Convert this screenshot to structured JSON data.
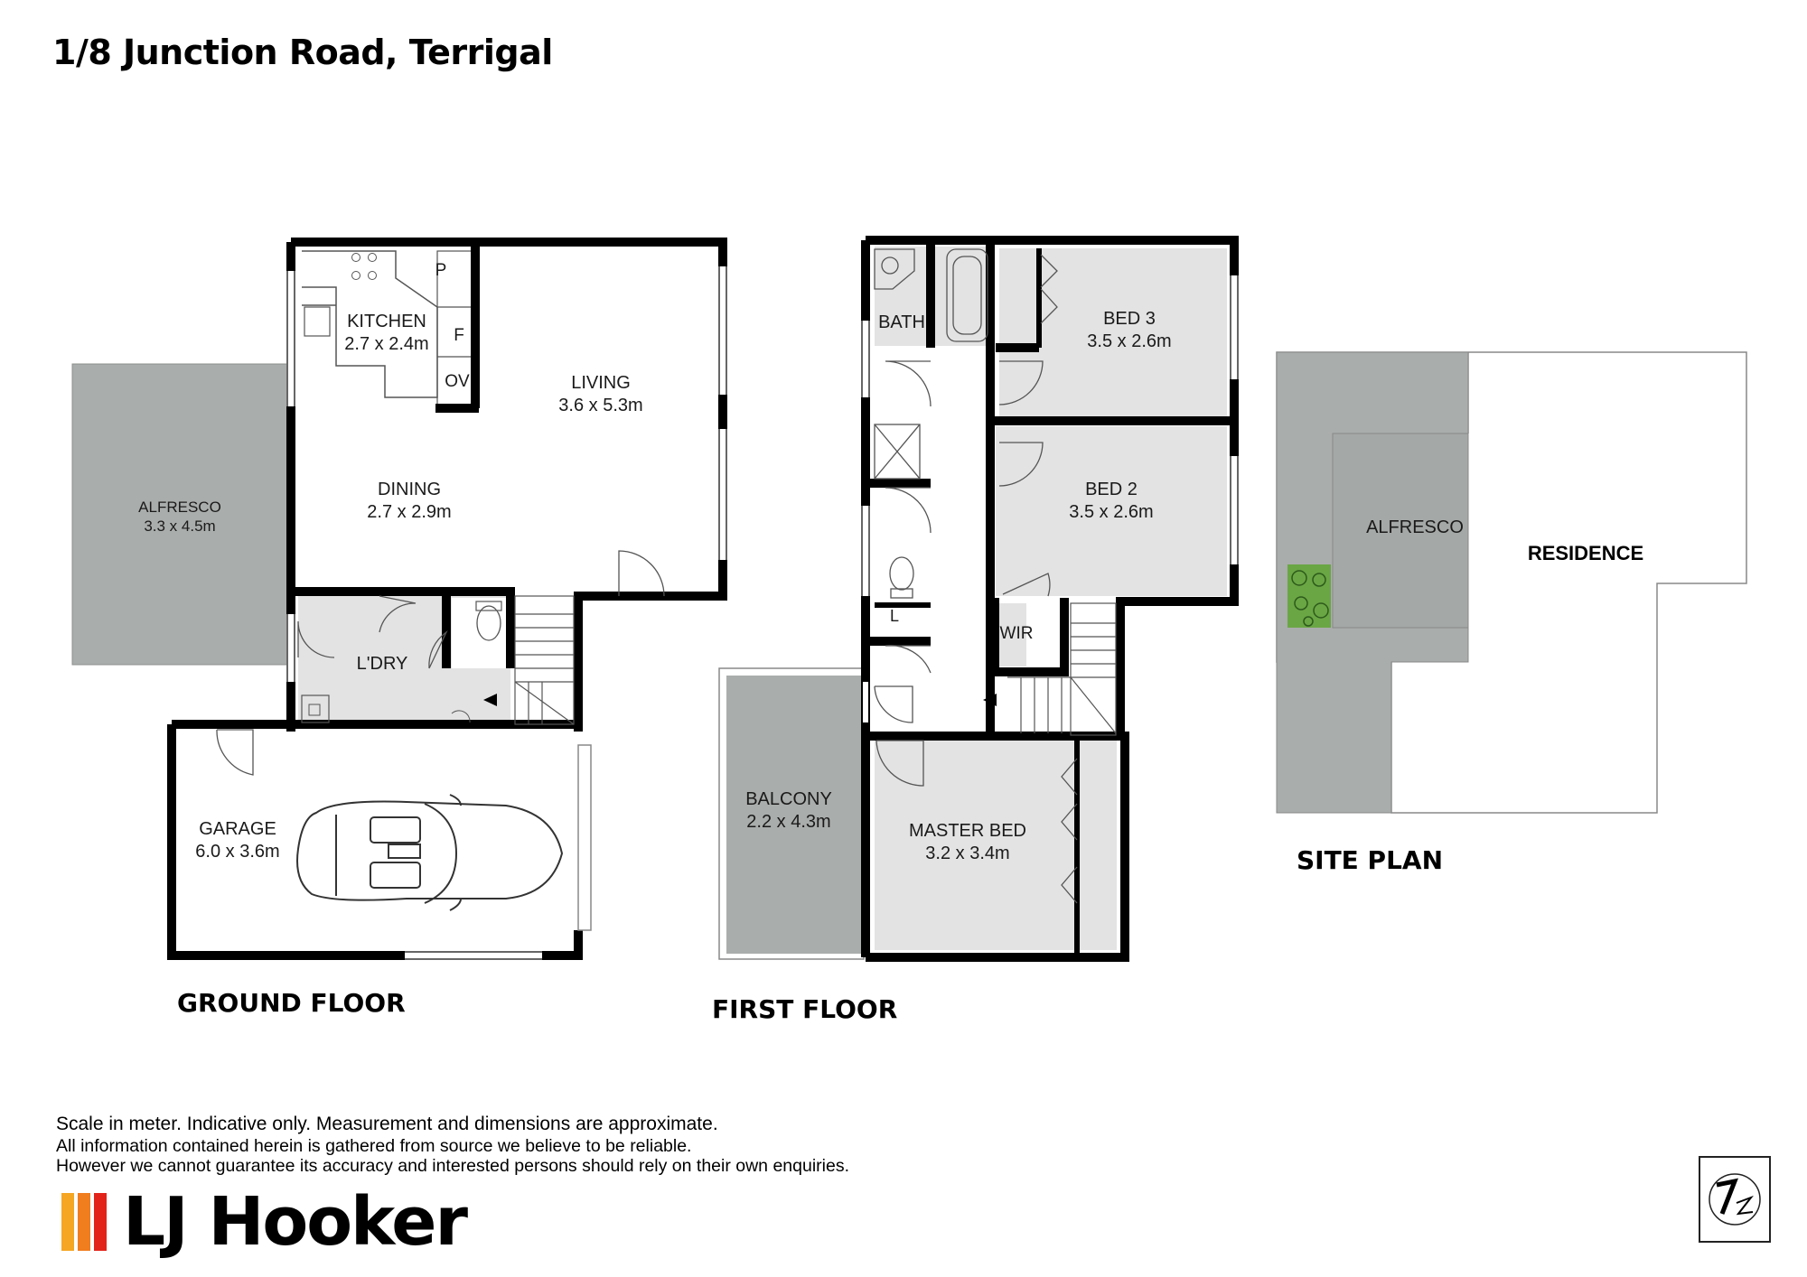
{
  "title": "1/8 Junction Road, Terrigal",
  "ground_floor": {
    "heading": "GROUND FLOOR",
    "rooms": {
      "alfresco_name": "ALFRESCO",
      "alfresco_size": "3.3 x 4.5m",
      "kitchen_name": "KITCHEN",
      "kitchen_size": "2.7 x 2.4m",
      "pantry": "P",
      "fridge": "F",
      "oven": "OV",
      "living_name": "LIVING",
      "living_size": "3.6 x 5.3m",
      "dining_name": "DINING",
      "dining_size": "2.7 x 2.9m",
      "laundry_name": "L'DRY",
      "garage_name": "GARAGE",
      "garage_size": "6.0 x 3.6m"
    }
  },
  "first_floor": {
    "heading": "FIRST FLOOR",
    "rooms": {
      "bath_name": "BATH",
      "bed3_name": "BED 3",
      "bed3_size": "3.5 x 2.6m",
      "bed2_name": "BED 2",
      "bed2_size": "3.5 x 2.6m",
      "linen": "L",
      "wir": "WIR",
      "balcony_name": "BALCONY",
      "balcony_size": "2.2 x 4.3m",
      "master_name": "MASTER BED",
      "master_size": "3.2 x 3.4m"
    }
  },
  "site_plan": {
    "heading": "SITE PLAN",
    "alfresco": "ALFRESCO",
    "residence": "RESIDENCE"
  },
  "disclaimer": {
    "line1": "Scale in meter. Indicative only. Measurement and dimensions are approximate.",
    "line2": "All information contained herein is gathered from source we believe to be reliable.",
    "line3": "However we cannot guarantee its accuracy and interested persons should rely on their own enquiries."
  },
  "logo": {
    "text": "LJ Hooker",
    "colors": [
      "#f5a623",
      "#f07d1e",
      "#e2231a"
    ]
  },
  "colors": {
    "wall": "#000000",
    "room_fill": "#e3e3e3",
    "outdoor_fill": "#a9adab",
    "greenery": "#6aa644"
  },
  "icons": {
    "compass": "north-arrow-icon"
  }
}
